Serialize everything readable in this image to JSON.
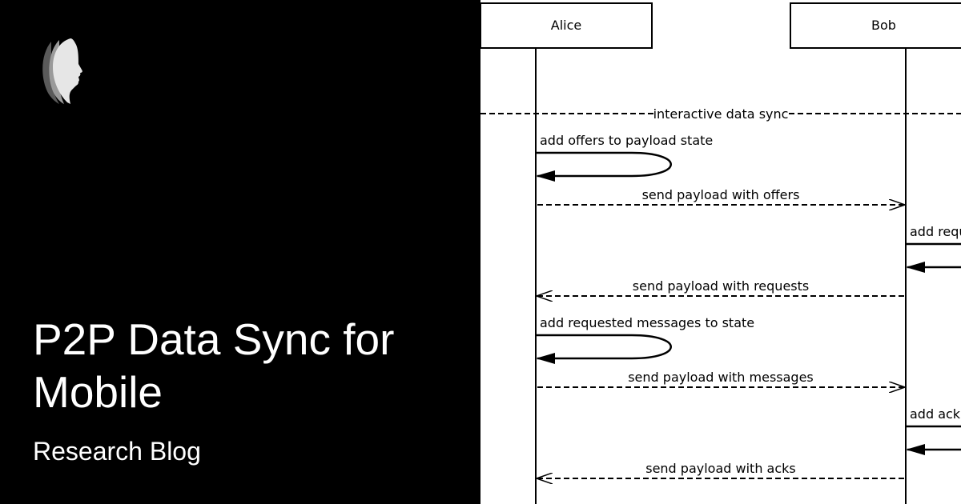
{
  "brand": {
    "logo_icon": "face-profile-logo-icon"
  },
  "title": "P2P Data Sync for Mobile",
  "subtitle": "Research Blog",
  "diagram": {
    "participants": [
      {
        "name": "Alice"
      },
      {
        "name": "Bob"
      }
    ],
    "divider": "interactive data sync",
    "steps": [
      {
        "kind": "self",
        "actor": "Alice",
        "label": "add offers to payload state"
      },
      {
        "kind": "message",
        "from": "Alice",
        "to": "Bob",
        "label": "send payload with offers"
      },
      {
        "kind": "self",
        "actor": "Bob",
        "label": "add requ"
      },
      {
        "kind": "message",
        "from": "Bob",
        "to": "Alice",
        "label": "send payload with requests"
      },
      {
        "kind": "self",
        "actor": "Alice",
        "label": "add requested messages to state"
      },
      {
        "kind": "message",
        "from": "Alice",
        "to": "Bob",
        "label": "send payload with messages"
      },
      {
        "kind": "self",
        "actor": "Bob",
        "label": "add acks"
      },
      {
        "kind": "message",
        "from": "Bob",
        "to": "Alice",
        "label": "send payload with acks"
      }
    ]
  }
}
